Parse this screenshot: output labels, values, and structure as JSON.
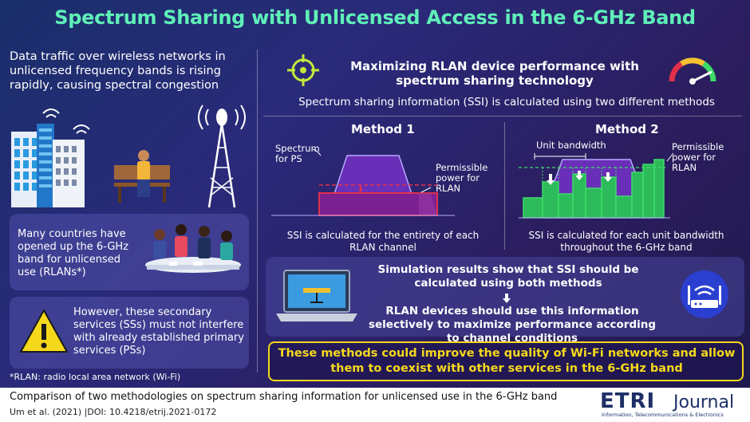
{
  "title": "Spectrum Sharing with Unlicensed Access in the 6-GHz Band",
  "left": {
    "intro": "Data traffic over wireless networks in unlicensed frequency bands is rising rapidly, causing spectral congestion",
    "card1": "Many countries have opened up the 6-GHz band for unlicensed use (RLANs*)",
    "card2": "However, these secondary services (SSs) must not interfere with already established primary services (PSs)",
    "footnote": "*RLAN: radio local area network (Wi-Fi)"
  },
  "right": {
    "heading": "Maximizing RLAN device performance with spectrum sharing technology",
    "subheading": "Spectrum sharing information (SSI) is calculated using two different methods",
    "method1": {
      "title": "Method 1",
      "label_spectrum": "Spectrum for PS",
      "label_power": "Permissible power for RLAN",
      "caption": "SSI is calculated for the entirety of each RLAN channel"
    },
    "method2": {
      "title": "Method 2",
      "label_unit": "Unit bandwidth",
      "label_power": "Permissible power for RLAN",
      "caption": "SSI is calculated for each unit bandwidth throughout the 6-GHz band"
    },
    "simulation": "Simulation results show that SSI should be calculated using both methods",
    "usage": "RLAN devices should use this information selectively to maximize performance according to channel conditions",
    "conclusion": "These methods could improve the quality of Wi-Fi networks and allow them to coexist with other services in the 6-GHz band"
  },
  "footer": {
    "caption": "Comparison of two methodologies on spectrum sharing information for unlicensed use in the 6-GHz band",
    "citation": "Um et al. (2021)  |DOI: 10.4218/etrij.2021-0172",
    "logo_word": "ETRI",
    "logo_journal": "Journal",
    "logo_sub": "Information, Telecommunications & Electronics"
  },
  "colors": {
    "title": "#5ff0b8",
    "highlight": "#f5d81c",
    "accent_green": "#3ddc6a",
    "accent_red": "#e0304a",
    "accent_purple": "#6a2fb8"
  }
}
